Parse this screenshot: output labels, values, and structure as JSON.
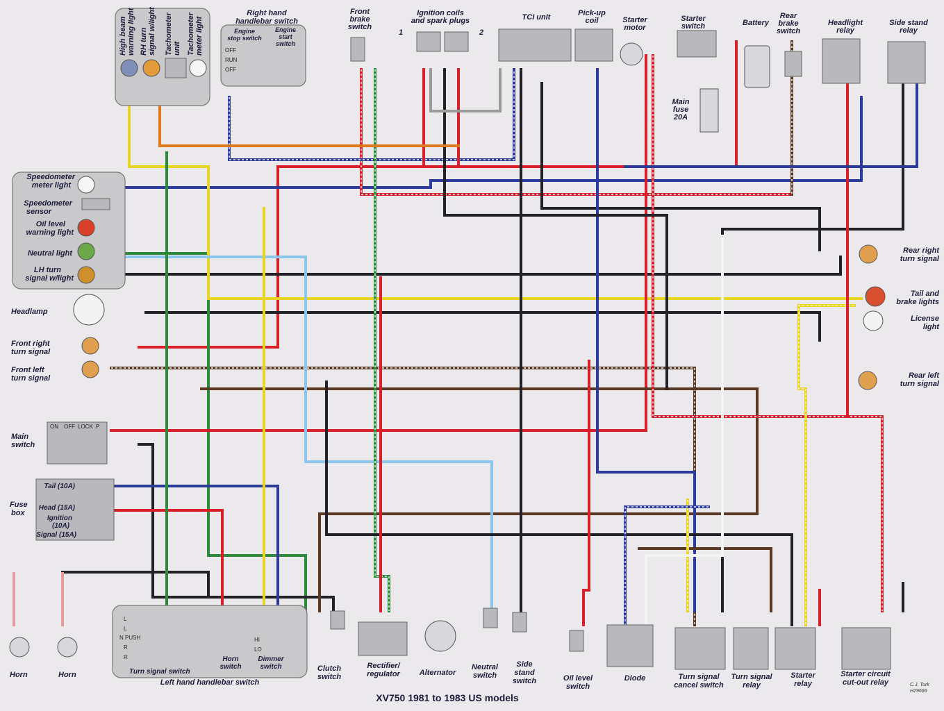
{
  "title": "XV750 1981 to 1983 US models",
  "credit": [
    "C.J. Turk",
    "H29666"
  ],
  "labels": {
    "high_beam": [
      "High beam",
      "warning light"
    ],
    "rh_turn": [
      "RH turn",
      "signal w/light"
    ],
    "tachometer_unit": [
      "Tachometer",
      "unit"
    ],
    "tachometer_light": [
      "Tachometer",
      "meter light"
    ],
    "right_handlebar": [
      "Right hand",
      "handlebar switch"
    ],
    "engine_stop": [
      "Engine",
      "stop switch"
    ],
    "engine_start": [
      "Engine",
      "start",
      "switch"
    ],
    "front_brake": [
      "Front",
      "brake",
      "switch"
    ],
    "ignition_coils": [
      "Ignition coils",
      "and spark plugs"
    ],
    "tci": "TCI unit",
    "pickup": [
      "Pick-up",
      "coil"
    ],
    "starter_motor": [
      "Starter",
      "motor"
    ],
    "starter_switch": [
      "Starter",
      "switch"
    ],
    "battery": "Battery",
    "rear_brake": [
      "Rear",
      "brake",
      "switch"
    ],
    "headlight_relay": [
      "Headlight",
      "relay"
    ],
    "side_stand_relay": [
      "Side stand",
      "relay"
    ],
    "main_fuse": [
      "Main",
      "fuse",
      "20A"
    ],
    "speedo_light": [
      "Speedometer",
      "meter light"
    ],
    "speedo_sensor": [
      "Speedometer",
      "sensor"
    ],
    "oil_warning": [
      "Oil level",
      "warning light"
    ],
    "neutral_light": "Neutral light",
    "lh_turn": [
      "LH turn",
      "signal w/light"
    ],
    "headlamp": "Headlamp",
    "front_right": [
      "Front right",
      "turn signal"
    ],
    "front_left": [
      "Front left",
      "turn signal"
    ],
    "main_switch": [
      "Main",
      "switch"
    ],
    "fuse_box": [
      "Fuse",
      "box"
    ],
    "horn": "Horn",
    "rear_right": [
      "Rear right",
      "turn signal"
    ],
    "tail_brake": [
      "Tail and",
      "brake lights"
    ],
    "license": [
      "License",
      "light"
    ],
    "rear_left": [
      "Rear left",
      "turn signal"
    ],
    "turn_signal_switch": "Turn signal switch",
    "horn_switch": [
      "Horn",
      "switch"
    ],
    "dimmer_switch": [
      "Dimmer",
      "switch"
    ],
    "left_handlebar": "Left hand handlebar switch",
    "clutch": [
      "Clutch",
      "switch"
    ],
    "rectifier": [
      "Rectifier/",
      "regulator"
    ],
    "alternator": "Alternator",
    "neutral_switch": [
      "Neutral",
      "switch"
    ],
    "side_stand_switch": [
      "Side",
      "stand",
      "switch"
    ],
    "oil_level_switch": [
      "Oil level",
      "switch"
    ],
    "diode": "Diode",
    "ts_cancel": [
      "Turn signal",
      "cancel switch"
    ],
    "ts_relay": [
      "Turn signal",
      "relay"
    ],
    "starter_relay": [
      "Starter",
      "relay"
    ],
    "cutout_relay": [
      "Starter circuit",
      "cut-out relay"
    ]
  },
  "fuses": [
    "Tail (10A)",
    "Head (15A)",
    "Ignition",
    "(10A)",
    "Signal (15A)"
  ],
  "main_switch_positions": [
    "ON",
    "OFF",
    "LOCK",
    "P"
  ],
  "engine_stop_positions": [
    "OFF",
    "RUN",
    "OFF"
  ],
  "turn_switch_positions": [
    "L",
    "L",
    "N",
    "PUSH",
    "R",
    "R"
  ],
  "dimmer_positions": [
    "HI",
    "LO"
  ],
  "coil_numbers": [
    "1",
    "2"
  ],
  "wire_colors": {
    "red": "#d8202a",
    "black": "#222228",
    "blue": "#2d3c9a",
    "brown": "#5a3a24",
    "yellow": "#e8d424",
    "green": "#2c8a3a",
    "orange": "#e07a1e",
    "sky": "#8ec5ea",
    "white": "#f4f4f4",
    "gray": "#9a9a9a",
    "pink": "#e79aa0"
  }
}
